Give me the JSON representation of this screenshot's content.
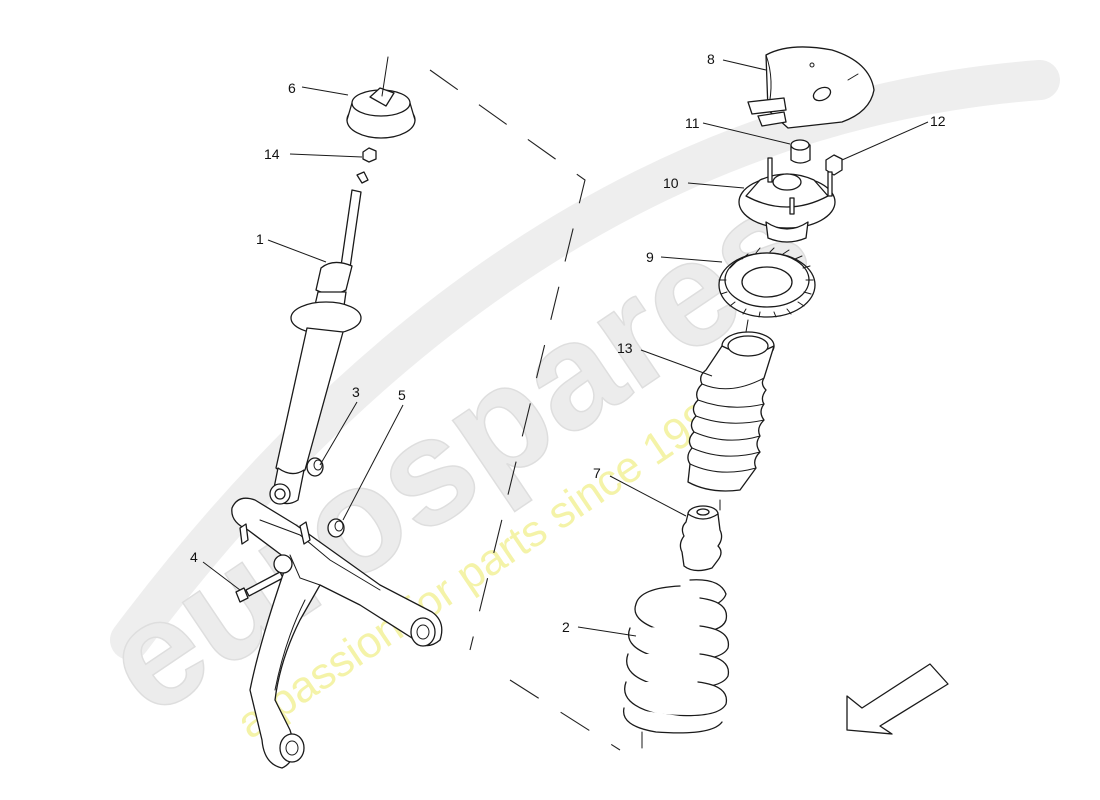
{
  "watermark": {
    "brand": "eurospares",
    "tagline": "a passion for parts since 1985"
  },
  "callouts": {
    "c1": "1",
    "c2": "2",
    "c3": "3",
    "c4": "4",
    "c5": "5",
    "c6": "6",
    "c7": "7",
    "c8": "8",
    "c9": "9",
    "c10": "10",
    "c11": "11",
    "c12": "12",
    "c13": "13",
    "c14": "14"
  }
}
